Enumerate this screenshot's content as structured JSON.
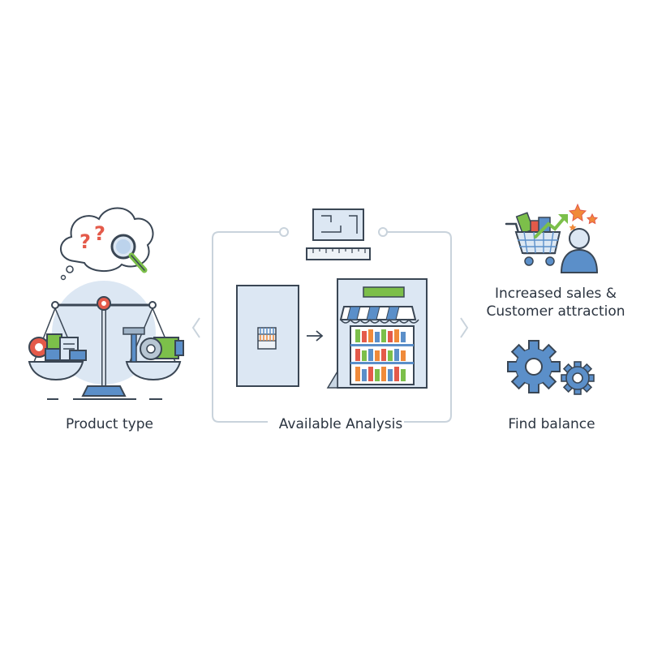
{
  "labels": {
    "product_type": "Product type",
    "available_analysis": "Available Analysis",
    "find_balance": "Find balance",
    "sales_line1": "Increased sales &",
    "sales_line2": "Customer attraction"
  },
  "question_marks": [
    "?",
    "?"
  ],
  "colors": {
    "outline": "#3a4654",
    "blue": "#5b8fc9",
    "light_blue": "#dce7f3",
    "green": "#7cbf4a",
    "red": "#e45a4a",
    "orange": "#f08a3a",
    "frame": "#c9d3dc"
  },
  "icons": [
    "thought-bubble-icon",
    "magnifier-icon",
    "balance-scale-icon",
    "wrench-icon",
    "blueprint-icon",
    "ruler-icon",
    "shelf-icon",
    "arrow-right-icon",
    "storefront-icon",
    "shopping-cart-icon",
    "trend-arrow-icon",
    "star-icon",
    "person-icon",
    "gear-icon"
  ]
}
